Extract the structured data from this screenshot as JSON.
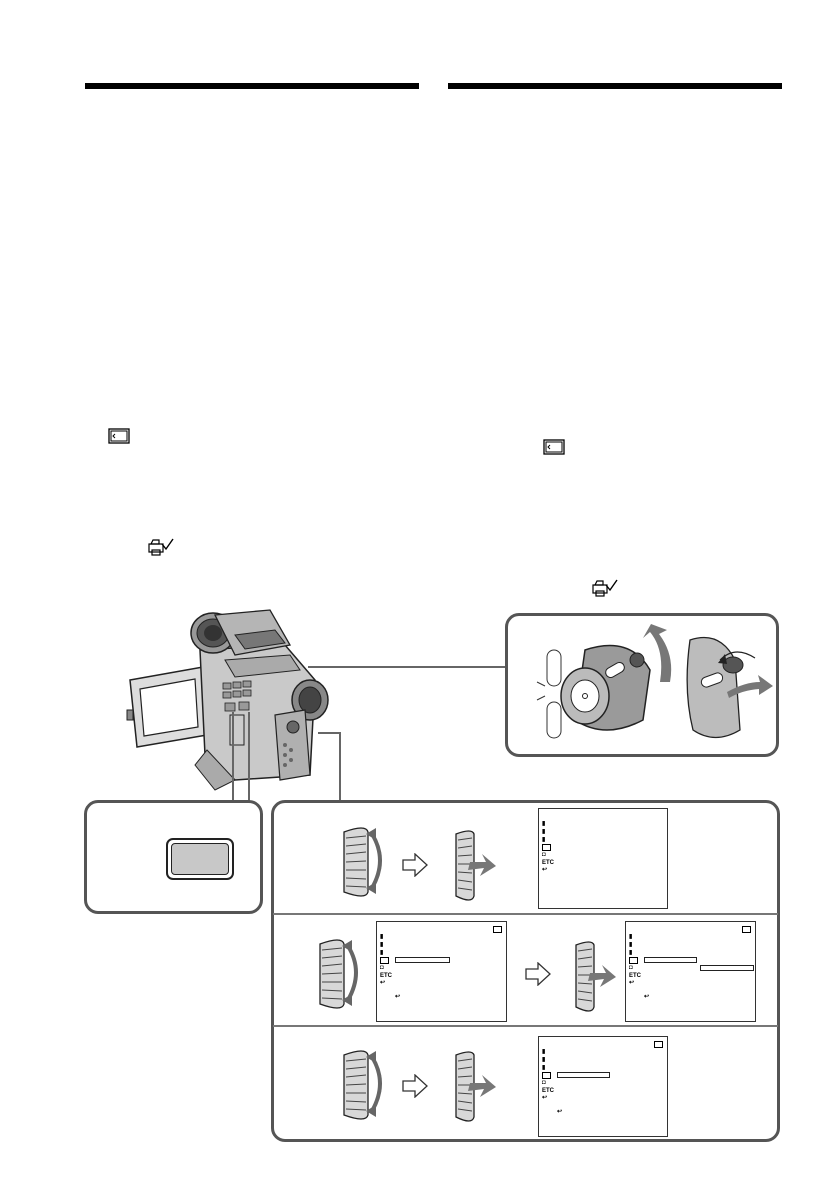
{
  "page": {
    "icons": {
      "memory_card_icon": "memory-card",
      "print_mark_icon": "print-mark"
    },
    "menu_glyphs": {
      "etc": "ETC",
      "return": "↩"
    },
    "colors": {
      "rule": "#000000",
      "panel_border": "#555555",
      "button_fill": "#c8c8c8"
    }
  }
}
